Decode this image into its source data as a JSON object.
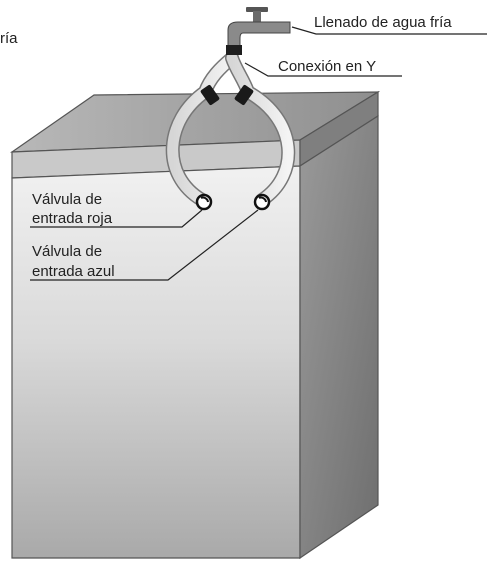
{
  "labels": {
    "cropped_left": "ría",
    "cold_water_fill": "Llenado de agua fría",
    "y_connection": "Conexión en Y",
    "red_valve_line1": "Válvula de",
    "red_valve_line2": "entrada roja",
    "blue_valve_line1": "Válvula de",
    "blue_valve_line2": "entrada azul"
  }
}
